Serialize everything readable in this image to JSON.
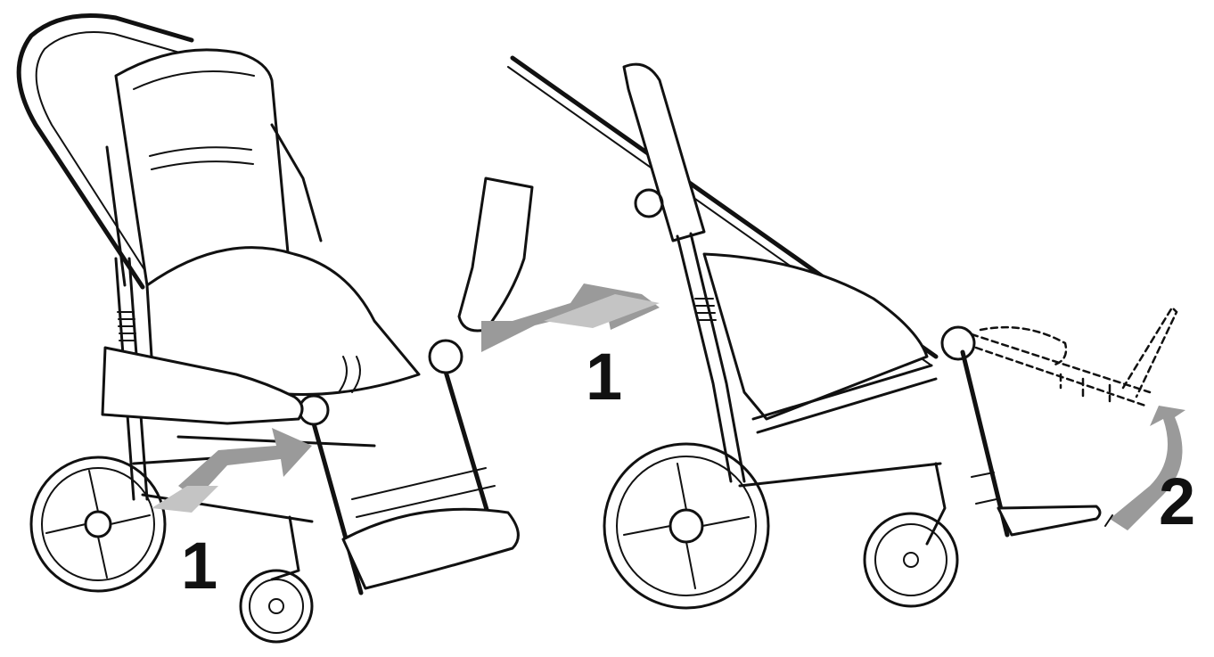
{
  "labels": {
    "step_1_left": "1",
    "step_1_right": "1",
    "step_2": "2"
  },
  "colors": {
    "line": "#111111",
    "arrow_fill": "#9a9a9a",
    "arrow_light": "#c4c4c4",
    "background": "#ffffff"
  }
}
